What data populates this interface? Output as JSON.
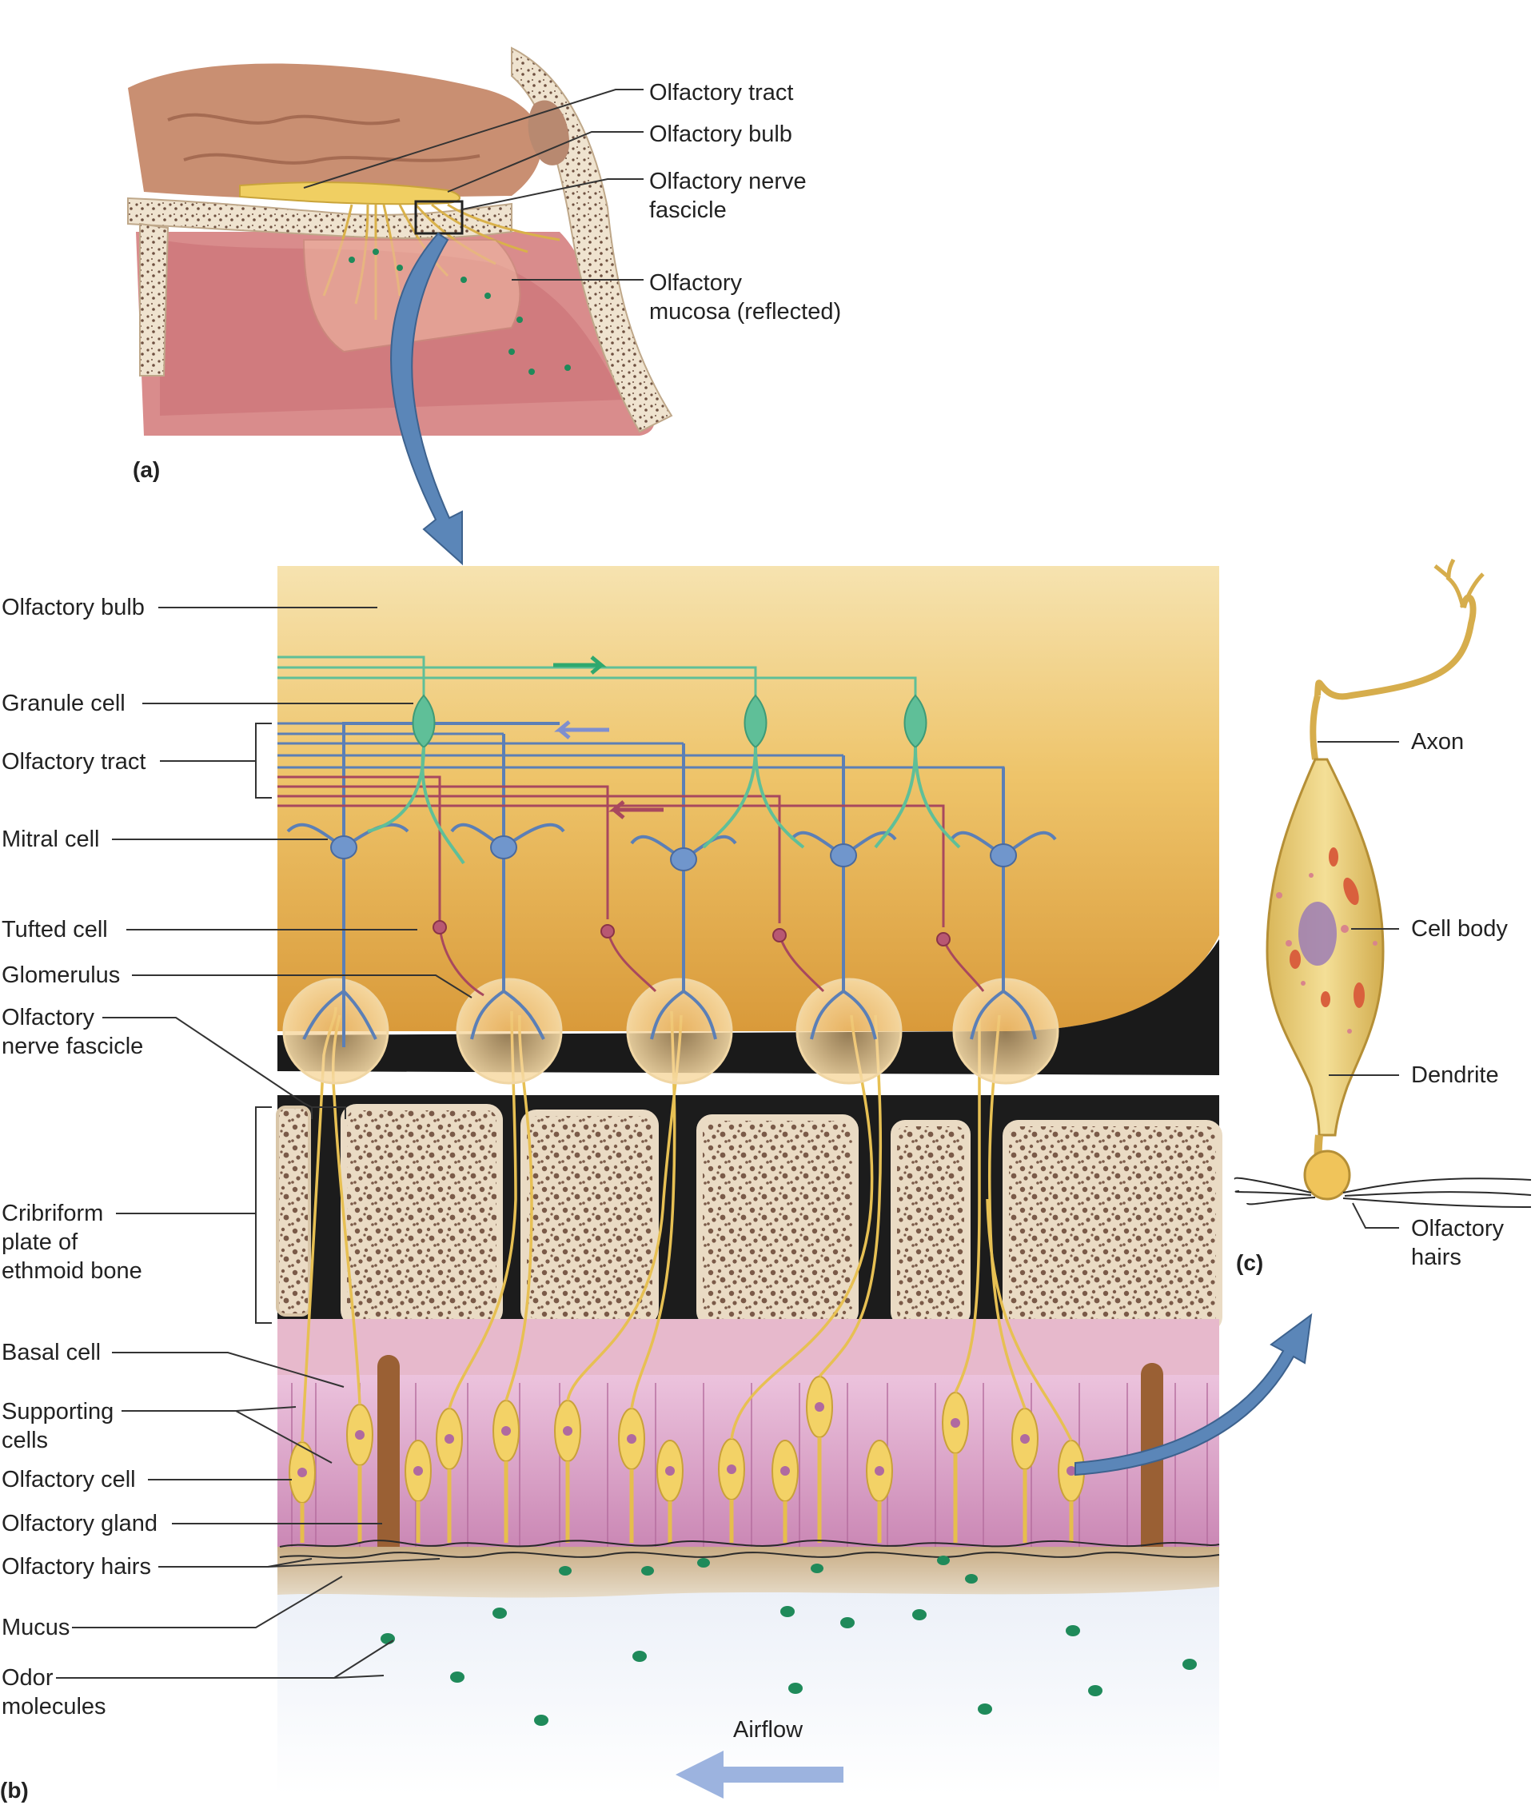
{
  "panel_a": {
    "tag": "(a)",
    "labels": {
      "olfactory_tract": "Olfactory tract",
      "olfactory_bulb": "Olfactory bulb",
      "nerve_fascicle": "Olfactory nerve\nfascicle",
      "mucosa": "Olfactory\nmucosa (reflected)"
    }
  },
  "panel_b": {
    "tag": "(b)",
    "labels": {
      "olfactory_bulb": "Olfactory bulb",
      "granule_cell": "Granule cell",
      "olfactory_tract": "Olfactory tract",
      "mitral_cell": "Mitral cell",
      "tufted_cell": "Tufted cell",
      "glomerulus": "Glomerulus",
      "nerve_fascicle": "Olfactory\nnerve fascicle",
      "cribriform": "Cribriform\nplate of\nethmoid bone",
      "basal_cell": "Basal cell",
      "supporting_cells": "Supporting\ncells",
      "olfactory_cell": "Olfactory cell",
      "olfactory_gland": "Olfactory gland",
      "olfactory_hairs": "Olfactory hairs",
      "mucus": "Mucus",
      "odor_molecules": "Odor\nmolecules",
      "airflow": "Airflow"
    }
  },
  "panel_c": {
    "tag": "(c)",
    "labels": {
      "axon": "Axon",
      "cell_body": "Cell body",
      "dendrite": "Dendrite",
      "olfactory_hairs": "Olfactory\nhairs"
    }
  },
  "colors": {
    "bulb": "#e9b84a",
    "bone": "#eadbc4",
    "epithelium": "#d99ac4",
    "neuron_yellow": "#f3d266",
    "mitral_blue": "#5b7fb6",
    "granule_green": "#5fbf98",
    "tufted_red": "#a8485e",
    "odor_green": "#1f8a5a",
    "arrow_blue": "#5b86b8"
  }
}
